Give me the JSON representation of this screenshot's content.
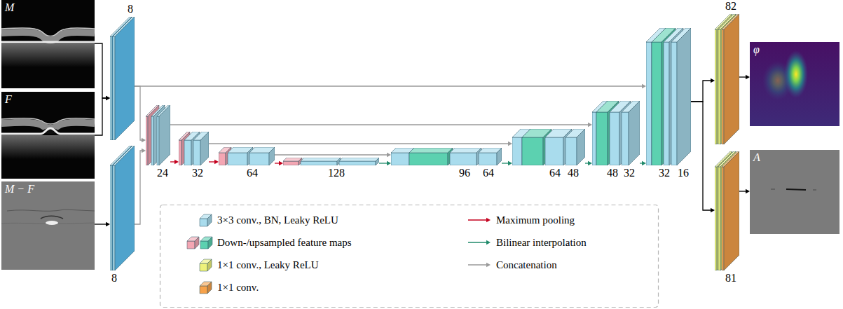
{
  "diagram": {
    "nodes": [
      {
        "text": [
          "M"
        ]
      },
      {
        "text": [
          "F"
        ]
      },
      {
        "text": [
          "M − F"
        ]
      },
      {
        "text": [
          "8"
        ]
      },
      {
        "text": [
          "8"
        ]
      },
      {
        "text": [
          "24"
        ]
      },
      {
        "text": [
          "32"
        ]
      },
      {
        "text": [
          "64"
        ]
      },
      {
        "text": [
          "128"
        ]
      },
      {
        "text": [
          "96",
          "64"
        ]
      },
      {
        "text": [
          "64",
          "48"
        ]
      },
      {
        "text": [
          "48",
          "32"
        ]
      },
      {
        "text": [
          "32",
          "16"
        ]
      },
      {
        "text": [
          "82"
        ]
      },
      {
        "text": [
          "81"
        ]
      },
      {
        "text": [
          "φ"
        ]
      },
      {
        "text": [
          "A"
        ]
      }
    ],
    "edges": [
      {
        "from": 0,
        "to": 3,
        "arrow": "to"
      },
      {
        "from": 1,
        "to": 3,
        "arrow": "to"
      },
      {
        "from": 2,
        "to": 4,
        "arrow": "to"
      },
      {
        "from": 3,
        "to": 5,
        "arrow": "to"
      },
      {
        "from": 4,
        "to": 5,
        "arrow": "to"
      },
      {
        "from": 3,
        "to": 12,
        "arrow": "to"
      },
      {
        "from": 5,
        "to": 11,
        "arrow": "to"
      },
      {
        "from": 6,
        "to": 10,
        "arrow": "to"
      },
      {
        "from": 7,
        "to": 9,
        "arrow": "to"
      },
      {
        "from": 5,
        "to": 6,
        "arrow": "to"
      },
      {
        "from": 6,
        "to": 7,
        "arrow": "to"
      },
      {
        "from": 7,
        "to": 8,
        "arrow": "to"
      },
      {
        "from": 8,
        "to": 9,
        "arrow": "to"
      },
      {
        "from": 9,
        "to": 10,
        "arrow": "to"
      },
      {
        "from": 10,
        "to": 11,
        "arrow": "to"
      },
      {
        "from": 11,
        "to": 12,
        "arrow": "to"
      },
      {
        "from": 12,
        "to": 13,
        "arrow": "to"
      },
      {
        "from": 12,
        "to": 14,
        "arrow": "to"
      },
      {
        "from": 13,
        "to": 15,
        "arrow": "to"
      },
      {
        "from": 14,
        "to": 16,
        "arrow": "to"
      }
    ],
    "legend": [
      {
        "text": "3×3 conv., BN, Leaky ReLU",
        "color": "#a9dced"
      },
      {
        "text": "Down-/upsampled feature maps",
        "color": "#f4a6b3"
      },
      {
        "text": "1×1 conv., Leaky ReLU",
        "color": "#eef27a"
      },
      {
        "text": "1×1 conv.",
        "color": "#f7a24a"
      },
      {
        "text": "Maximum pooling"
      },
      {
        "text": "Bilinear interpolation"
      },
      {
        "text": "Concatenation"
      }
    ]
  }
}
